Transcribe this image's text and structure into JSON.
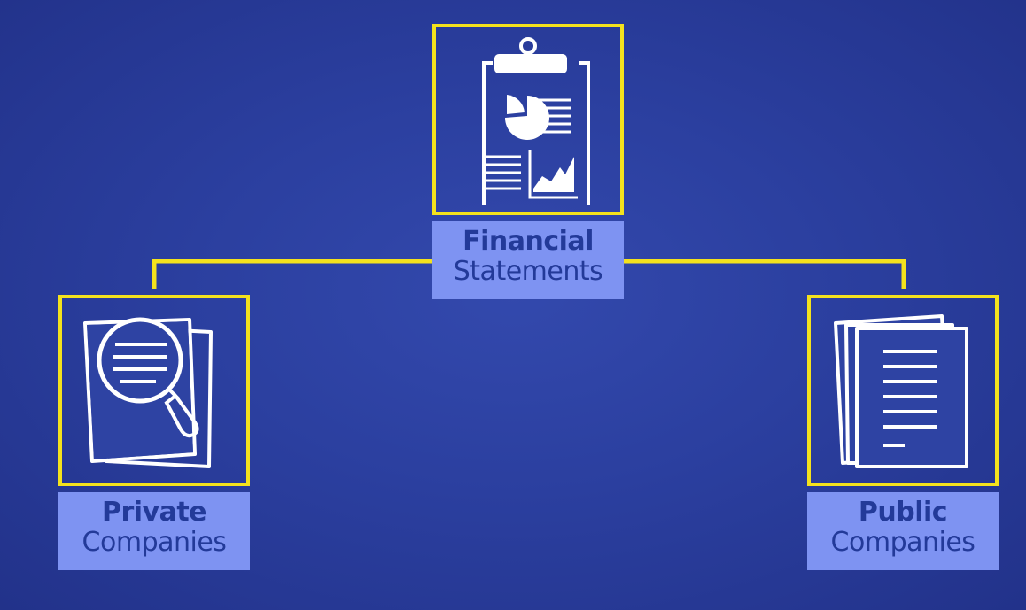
{
  "root": {
    "bold": "Financial",
    "regular": "Statements",
    "icon": "clipboard-report-icon"
  },
  "left": {
    "bold": "Private",
    "regular": "Companies",
    "icon": "document-magnifier-icon"
  },
  "right": {
    "bold": "Public",
    "regular": "Companies",
    "icon": "stacked-documents-icon"
  },
  "colors": {
    "background": "#2b3f9f",
    "accent": "#f4e21d",
    "label_bg": "#7e93f2",
    "label_text": "#233a99",
    "icon": "#ffffff"
  }
}
